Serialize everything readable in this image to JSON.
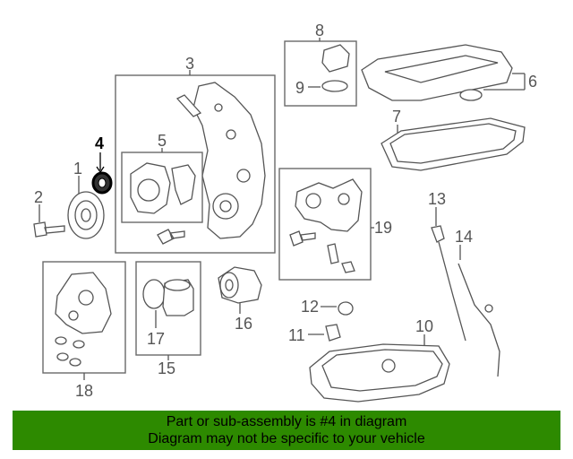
{
  "diagram": {
    "callouts": {
      "c1": "1",
      "c2": "2",
      "c3": "3",
      "c4": "4",
      "c5": "5",
      "c6": "6",
      "c7": "7",
      "c8": "8",
      "c9": "9",
      "c10": "10",
      "c11": "11",
      "c12": "12",
      "c13": "13",
      "c14": "14",
      "c15": "15",
      "c16": "16",
      "c17": "17",
      "c18": "18",
      "c19": "19"
    },
    "highlighted_part": "4",
    "colors": {
      "line": "#555555",
      "highlight": "#000000",
      "banner_bg": "#2d8a00"
    }
  },
  "banner": {
    "line1": "Part or sub-assembly is #4 in diagram",
    "line2": "Diagram may not be specific to your vehicle"
  }
}
